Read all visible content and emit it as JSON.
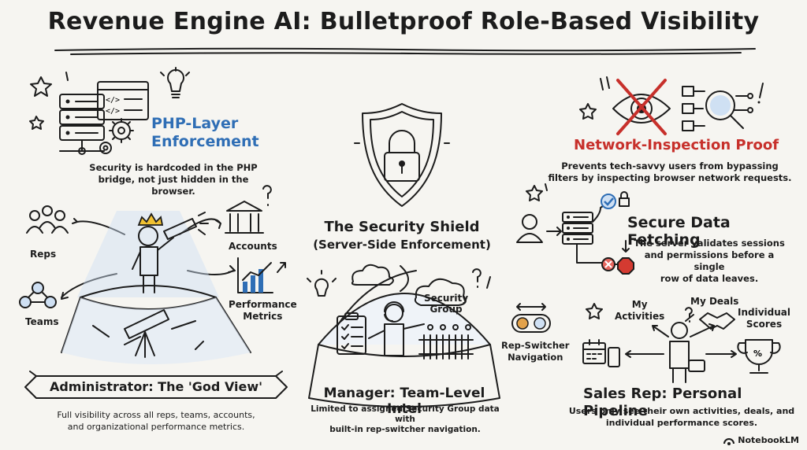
{
  "title": "Revenue Engine AI: Bulletproof Role-Based Visibility",
  "php": {
    "heading_line1": "PHP-Layer",
    "heading_line2": "Enforcement",
    "body_line1": "Security is hardcoded in the PHP",
    "body_line2": "bridge, not just hidden in the browser."
  },
  "shield": {
    "heading_line1": "The Security Shield",
    "heading_line2": "(Server-Side Enforcement)"
  },
  "network": {
    "heading": "Network-Inspection Proof",
    "body_line1": "Prevents tech-savvy users from bypassing",
    "body_line2": "filters by inspecting browser network requests."
  },
  "fetching": {
    "heading": "Secure Data Fetching",
    "body_line1": "The server validates sessions",
    "body_line2": "and permissions before a single",
    "body_line3": "row of data leaves."
  },
  "admin": {
    "labels": {
      "reps": "Reps",
      "teams": "Teams",
      "accounts": "Accounts",
      "metrics_line1": "Performance",
      "metrics_line2": "Metrics"
    },
    "banner": "Administrator: The 'God View'",
    "body_line1": "Full visibility across all reps, teams, accounts,",
    "body_line2": "and organizational performance metrics."
  },
  "manager": {
    "security_group_line1": "Security",
    "security_group_line2": "Group",
    "rep_switcher_line1": "Rep-Switcher",
    "rep_switcher_line2": "Navigation",
    "banner": "Manager: Team-Level Intel",
    "body_line1": "Limited to assigned Security Group data with",
    "body_line2": "built-in rep-switcher navigation."
  },
  "salesrep": {
    "labels": {
      "my_activities_line1": "My",
      "my_activities_line2": "Activities",
      "my_deals": "My Deals",
      "individual_line1": "Individual",
      "individual_line2": "Scores"
    },
    "heading": "Sales Rep: Personal Pipeline",
    "body_line1": "Users only see their own activities, deals, and",
    "body_line2": "individual performance scores."
  },
  "watermark": "NotebookLM",
  "colors": {
    "blue": "#2f6eb5",
    "red": "#c7302b",
    "gold": "#f1c232",
    "ink": "#1c1c1c",
    "background": "#f6f5f1"
  },
  "icons": [
    "server-icon",
    "code-window-icon",
    "gear-icon",
    "lightbulb-icon",
    "padlock-shield-icon",
    "eye-crossed-icon",
    "magnifier-network-icon",
    "user-icon",
    "checkmark-icon",
    "stop-icon",
    "telescope-icon",
    "bank-icon",
    "chart-icon",
    "team-icon",
    "headset-person-icon",
    "cloud-icon",
    "rep-switcher-icon",
    "calendar-icon",
    "phone-icon",
    "handshake-icon",
    "trophy-icon",
    "briefcase-person-icon"
  ]
}
